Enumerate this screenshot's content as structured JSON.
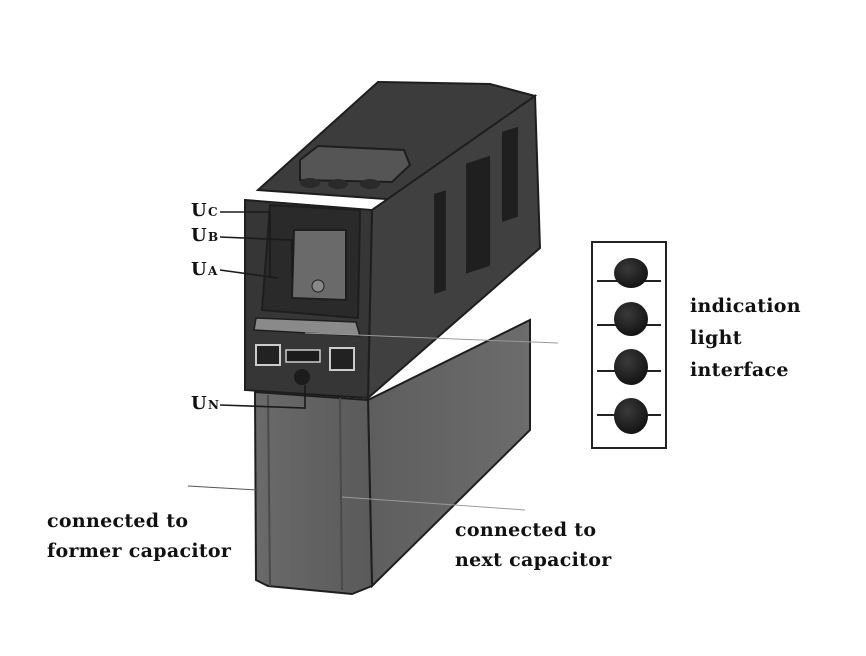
{
  "labels": {
    "uc": {
      "main": "U",
      "sub": "C"
    },
    "ub": {
      "main": "U",
      "sub": "B"
    },
    "ua": {
      "main": "U",
      "sub": "A"
    },
    "un": {
      "main": "U",
      "sub": "N"
    },
    "indication": [
      "indication",
      "light",
      "interface"
    ],
    "former": [
      "connected to",
      "former capacitor"
    ],
    "next": [
      "connected to",
      "next capacitor"
    ]
  },
  "indicator_lights": [
    1,
    2,
    3,
    4
  ],
  "colors": {
    "body_dark": "#3a3a3a",
    "body_mid": "#5c5c5c",
    "body_light": "#6e6e6e",
    "outline": "#1e1e1e",
    "lamp": "#1c1c1c"
  }
}
